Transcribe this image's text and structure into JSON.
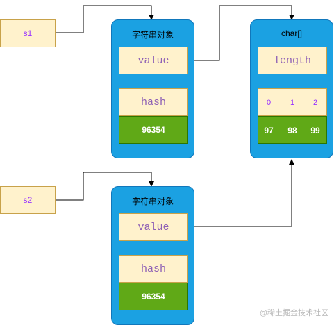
{
  "refs": {
    "s1": "s1",
    "s2": "s2"
  },
  "string_obj_1": {
    "title": "字符串对象",
    "value_field": "value",
    "hash_field": "hash",
    "hash_value": "96354"
  },
  "string_obj_2": {
    "title": "字符串对象",
    "value_field": "value",
    "hash_field": "hash",
    "hash_value": "96354"
  },
  "char_array": {
    "title": "char[]",
    "length_field": "length",
    "indices": [
      "0",
      "1",
      "2"
    ],
    "values": [
      "97",
      "98",
      "99"
    ]
  },
  "watermark": "@稀土掘金技术社区",
  "colors": {
    "ref_box": "#fff2cc",
    "panel": "#1ba1e2",
    "cell_green": "#60a917",
    "index_text": "#9933ff"
  }
}
